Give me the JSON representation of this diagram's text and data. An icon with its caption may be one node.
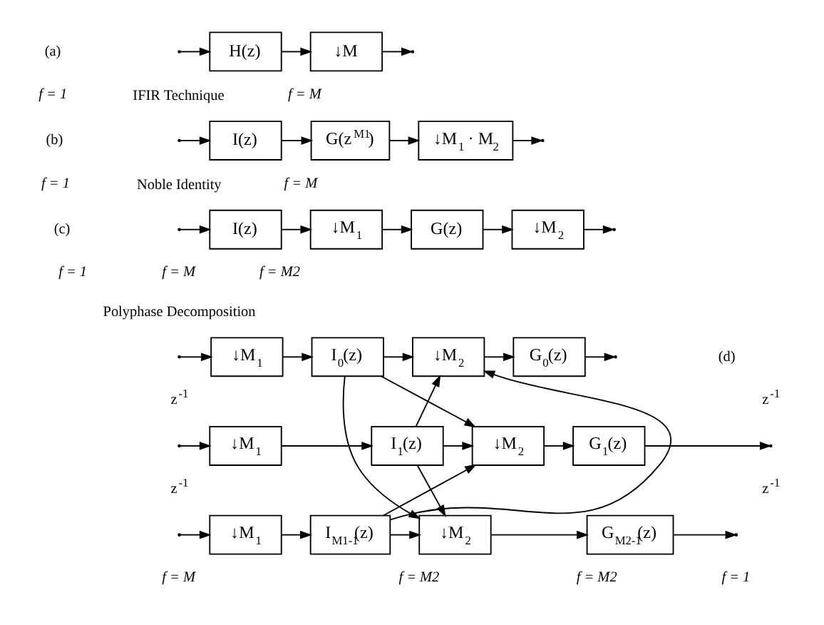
{
  "diagram": {
    "nodes": [
      {
        "text": [
          "H(z)"
        ]
      },
      {
        "text": [
          "↓M"
        ]
      },
      {
        "text": [
          "I(z)"
        ]
      },
      {
        "text": [
          "G(z$^{M1}$)"
        ]
      },
      {
        "text": [
          "↓M$_{1}$ · M$_{2}$"
        ]
      },
      {
        "text": [
          "I(z)"
        ]
      },
      {
        "text": [
          "↓M$_{1}$"
        ]
      },
      {
        "text": [
          "G(z)"
        ]
      },
      {
        "text": [
          "↓M$_{2}$"
        ]
      },
      {
        "text": [
          "↓M$_{1}$"
        ]
      },
      {
        "text": [
          "I$_{0}$(z)"
        ]
      },
      {
        "text": [
          "↓M$_{1}$"
        ]
      },
      {
        "text": [
          "I$_{1}$(z)"
        ]
      },
      {
        "text": [
          "↓M$_{1}$"
        ]
      },
      {
        "text": [
          "I$_{M1-1}$(z)"
        ]
      },
      {
        "text": [
          "↓M$_{2}$"
        ]
      },
      {
        "text": [
          "G$_{0}$(z)"
        ]
      },
      {
        "text": [
          "↓M$_{2}$"
        ]
      },
      {
        "text": [
          "G$_{1}$(z)"
        ]
      },
      {
        "text": [
          "↓M$_{2}$"
        ]
      },
      {
        "text": [
          "G$_{M2-1}$(z)"
        ]
      }
    ],
    "edges": [
      {
        "from": null,
        "to": 0,
        "arrow": "to"
      },
      {
        "from": 0,
        "to": 1,
        "arrow": "to"
      },
      {
        "from": 1,
        "to": null,
        "arrow": "to"
      },
      {
        "from": null,
        "to": 2,
        "arrow": "to"
      },
      {
        "from": 2,
        "to": 3,
        "arrow": "to"
      },
      {
        "from": 3,
        "to": 4,
        "arrow": "to"
      },
      {
        "from": 4,
        "to": null,
        "arrow": "to"
      },
      {
        "from": null,
        "to": 5,
        "arrow": "to"
      },
      {
        "from": 5,
        "to": 6,
        "arrow": "to"
      },
      {
        "from": 6,
        "to": 7,
        "arrow": "to"
      },
      {
        "from": 7,
        "to": 8,
        "arrow": "to"
      },
      {
        "from": 8,
        "to": null,
        "arrow": "to"
      },
      {
        "from": null,
        "to": 9,
        "arrow": "to"
      },
      {
        "from": null,
        "to": 11,
        "arrow": "to"
      },
      {
        "from": null,
        "to": 13,
        "arrow": "to"
      },
      {
        "from": 9,
        "to": 10,
        "arrow": "to"
      },
      {
        "from": 11,
        "to": 12,
        "arrow": "to"
      },
      {
        "from": 13,
        "to": 14,
        "arrow": "to"
      },
      {
        "from": 10,
        "to": 15,
        "arrow": "to"
      },
      {
        "from": 10,
        "to": 17,
        "arrow": "to"
      },
      {
        "from": 10,
        "to": 19,
        "arrow": "to"
      },
      {
        "from": 12,
        "to": 15,
        "arrow": "to"
      },
      {
        "from": 12,
        "to": 17,
        "arrow": "to"
      },
      {
        "from": 12,
        "to": 19,
        "arrow": "to"
      },
      {
        "from": 14,
        "to": 15,
        "arrow": "to"
      },
      {
        "from": 14,
        "to": 17,
        "arrow": "to"
      },
      {
        "from": 14,
        "to": 19,
        "arrow": "to"
      },
      {
        "from": 15,
        "to": 16,
        "arrow": "to"
      },
      {
        "from": 17,
        "to": 18,
        "arrow": "to"
      },
      {
        "from": 19,
        "to": 20,
        "arrow": "to"
      },
      {
        "from": 16,
        "to": null,
        "arrow": "to"
      },
      {
        "from": 18,
        "to": null,
        "arrow": "to"
      },
      {
        "from": 20,
        "to": null,
        "arrow": "to"
      }
    ],
    "labels": [
      "(a)",
      "IFIR Technique",
      "f = M",
      "f = 1",
      "(b)",
      "f = M",
      "f = 1",
      "Noble Identity",
      "(c)",
      "f = M",
      "f = M2",
      "f = 1",
      "Polyphase Decomposition",
      "(d)",
      "z$^{-1}$",
      "z$^{-1}$",
      "z$^{-1}$",
      "z$^{-1}$",
      "f = M",
      "f = M2",
      "f = M2",
      "f = 1"
    ]
  }
}
